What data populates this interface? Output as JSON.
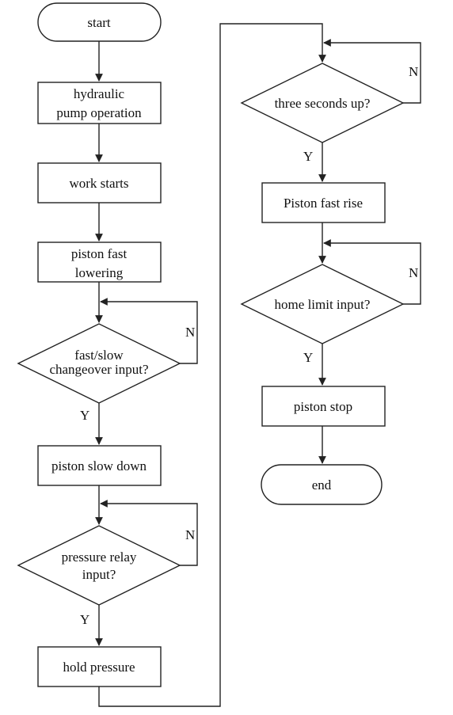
{
  "nodes": {
    "start": "start",
    "hydraulic_1": "hydraulic",
    "hydraulic_2": "pump operation",
    "work_starts": "work starts",
    "fast_lower_1": "piston fast",
    "fast_lower_2": "lowering",
    "changeover_1": "fast/slow",
    "changeover_2": "changeover input?",
    "slow_down": "piston slow down",
    "relay_1": "pressure relay",
    "relay_2": "input?",
    "hold": "hold pressure",
    "three_sec": "three seconds up?",
    "fast_rise": "Piston fast rise",
    "home_limit": "home limit input?",
    "stop": "piston stop",
    "end": "end"
  },
  "branch": {
    "yes": "Y",
    "no": "N"
  },
  "colors": {
    "stroke": "#222222",
    "fill": "#ffffff",
    "text": "#111111"
  }
}
